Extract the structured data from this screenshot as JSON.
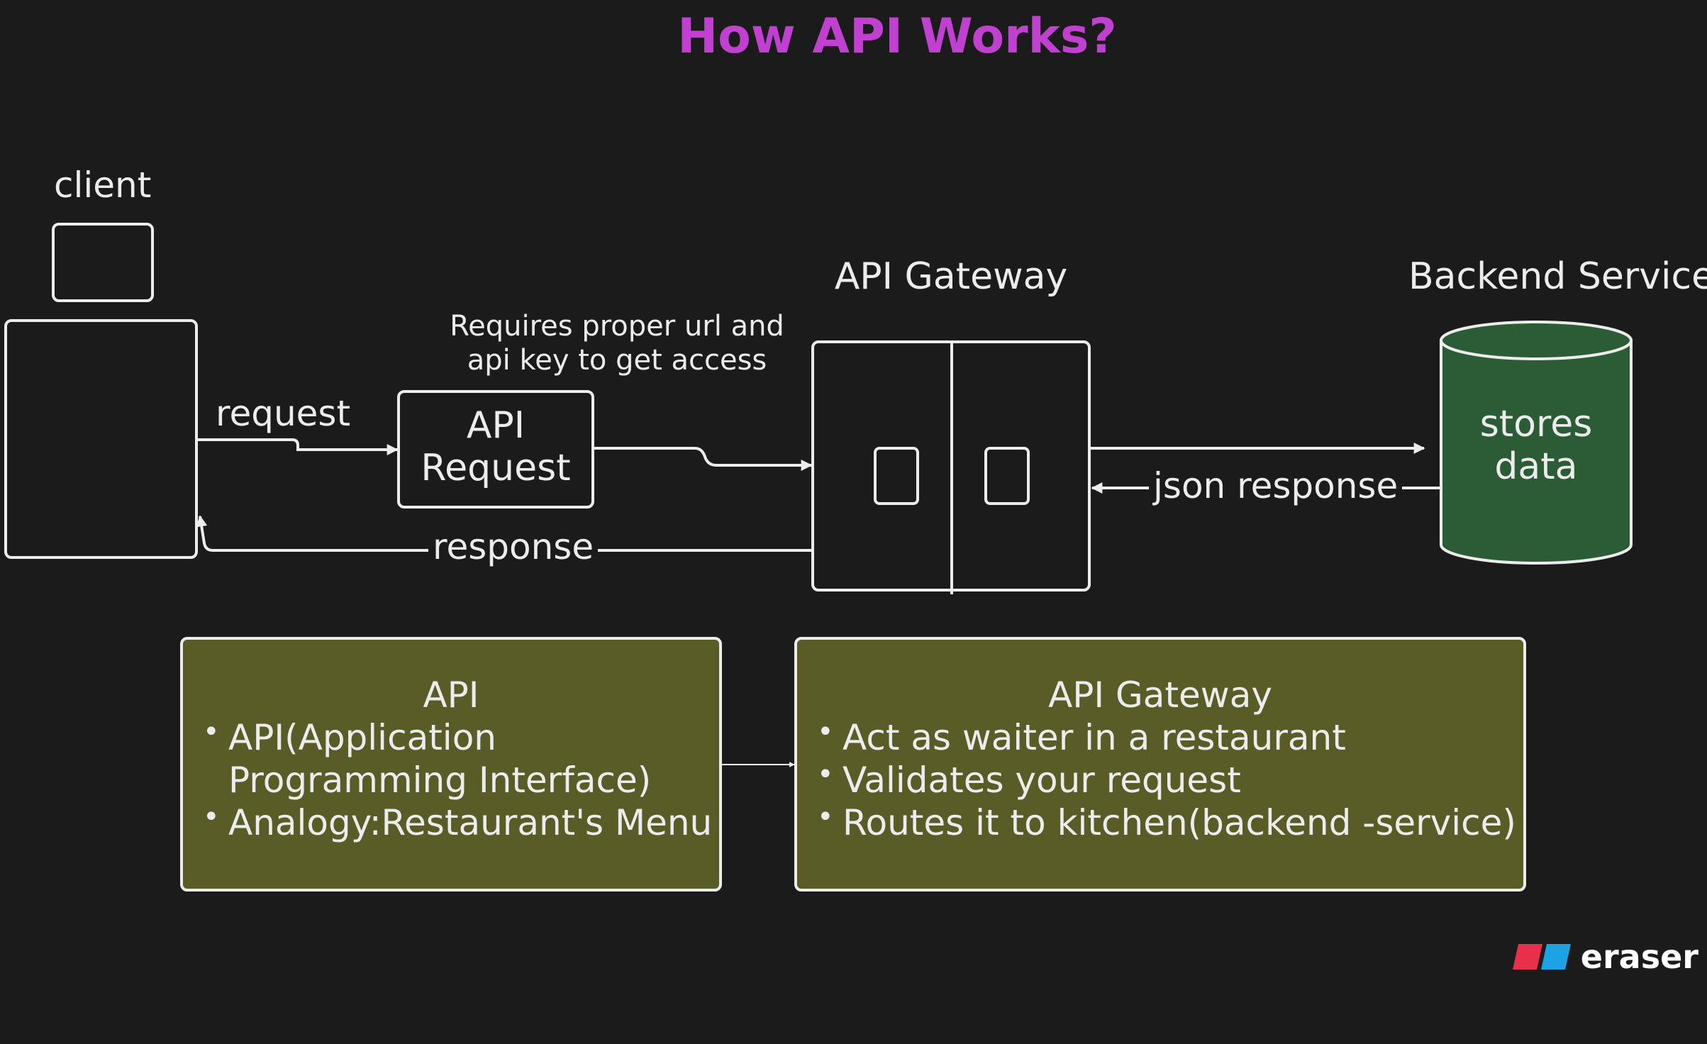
{
  "title": "How API Works?",
  "nodes": {
    "client": "client",
    "api_request": [
      "API",
      "Request"
    ],
    "api_gateway": "API Gateway",
    "backend_service": "Backend Service",
    "db_text": [
      "stores",
      "data"
    ]
  },
  "edges": {
    "request": "request",
    "response": "response",
    "json_response": "json response",
    "requirement_note": [
      "Requires proper url and",
      "api key to get access"
    ]
  },
  "notes": {
    "api": {
      "heading": "API",
      "items": [
        "API(Application",
        "Programming Interface)",
        "Analogy:Restaurant's Menu"
      ]
    },
    "gateway": {
      "heading": "API Gateway",
      "items": [
        "Act as waiter in a restaurant",
        "Validates your request",
        "Routes it to kitchen(backend -service)"
      ]
    }
  },
  "brand": {
    "name": "eraser",
    "colors": {
      "red": "#e8304a",
      "blue": "#1ea2e6"
    }
  },
  "colors": {
    "background": "#1b1b1b",
    "stroke": "#ececec",
    "title": "#c040d0",
    "db_fill": "#2b5c36",
    "note_fill": "#5a5c28"
  }
}
